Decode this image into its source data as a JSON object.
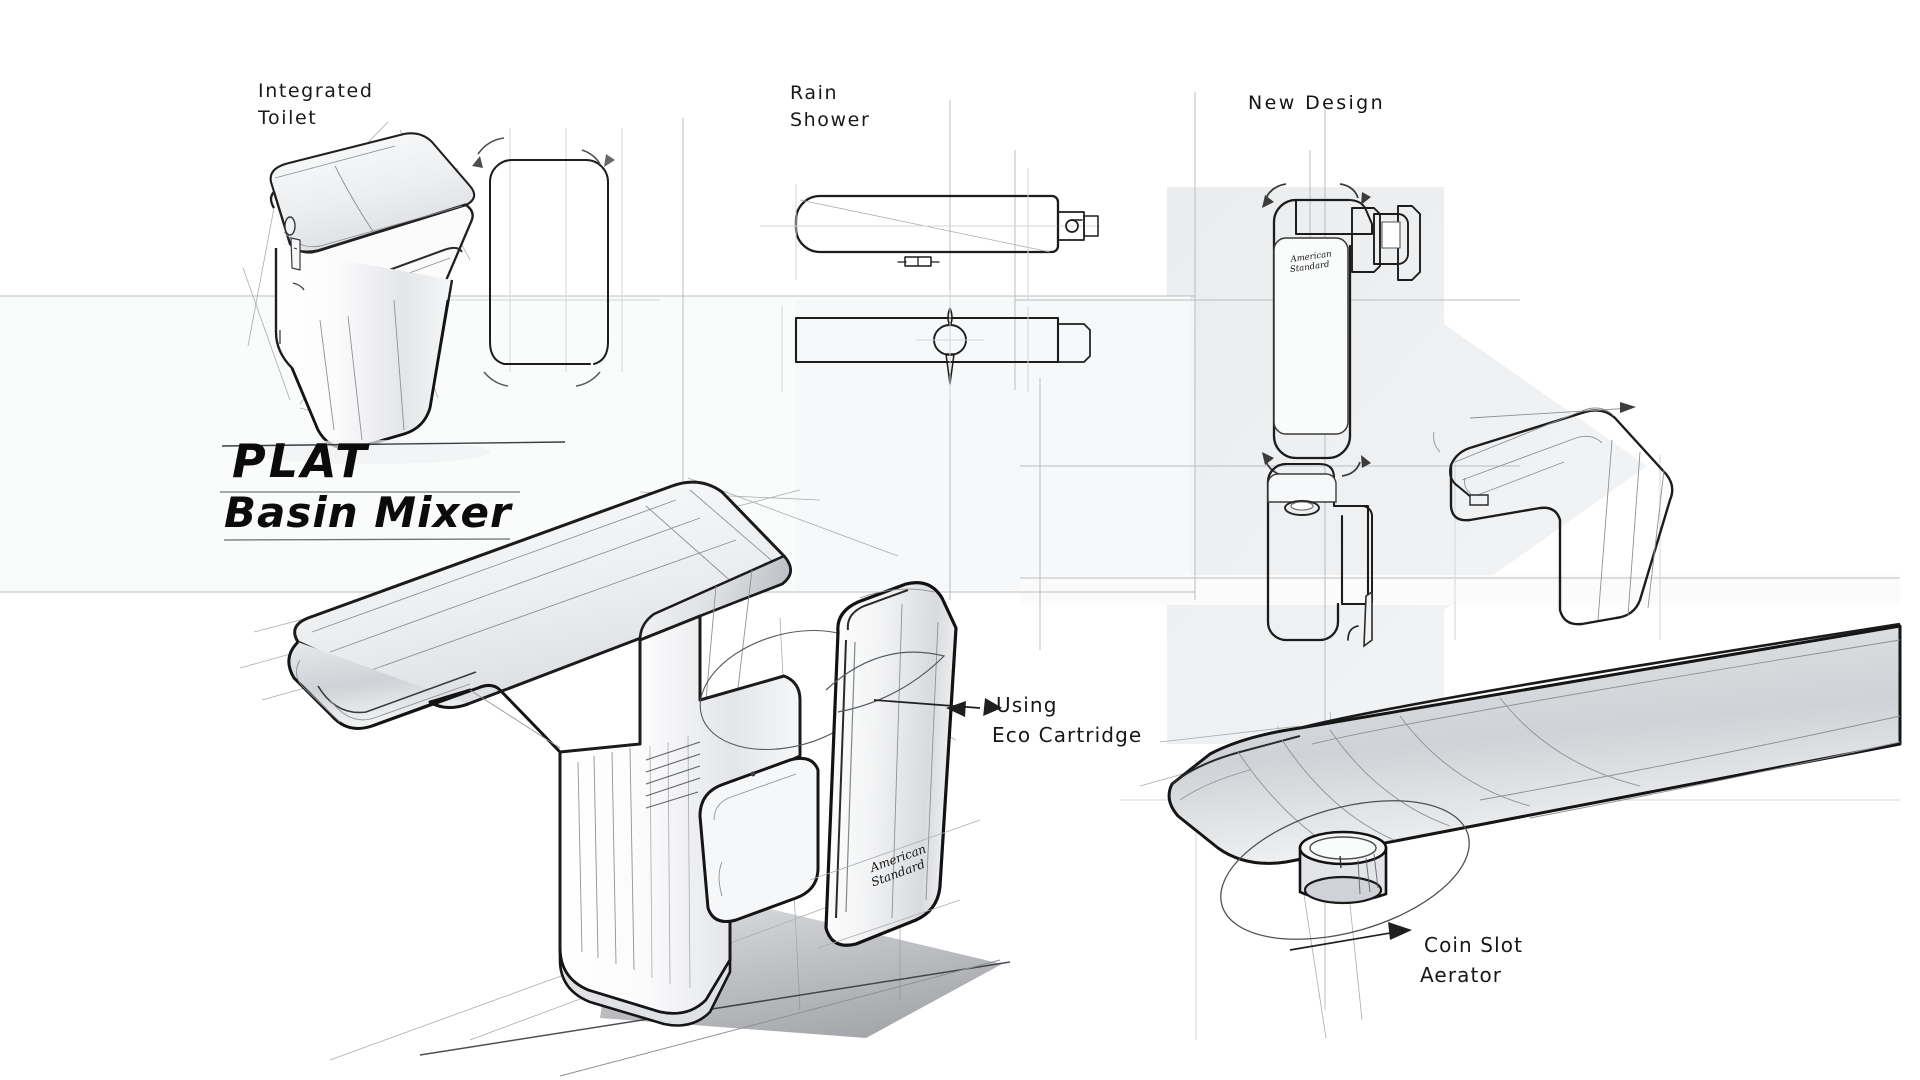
{
  "sheet": {
    "kind": "industrial-design-sketch-sheet",
    "background_color": "#ffffff",
    "ink_color": "#1c1c1c",
    "construction_line_color": "#b9bcc0",
    "shade_color": "#e9ebed"
  },
  "title": {
    "line1": "PLAT",
    "line2": "Basin Mixer"
  },
  "section_labels": {
    "integrated_toilet_line1": "Integrated",
    "integrated_toilet_line2": "Toilet",
    "rain_shower_line1": "Rain",
    "rain_shower_line2": "Shower",
    "new_design": "New Design"
  },
  "callouts": {
    "eco_line1": "Using",
    "eco_line2": "Eco Cartridge",
    "aerator_line1": "Coin Slot",
    "aerator_line2": "Aerator"
  },
  "brand": {
    "line1": "American",
    "line2": "Standard"
  },
  "panels": [
    {
      "id": "integrated-toilet",
      "label": "Integrated Toilet",
      "view": "three-quarter-perspective"
    },
    {
      "id": "toilet-plan",
      "label": "",
      "view": "rounded-rectangle-plan"
    },
    {
      "id": "rain-shower-top",
      "label": "Rain Shower",
      "view": "top-orthographic"
    },
    {
      "id": "rain-shower-front",
      "label": "",
      "view": "front-orthographic"
    },
    {
      "id": "new-design-front",
      "label": "New Design",
      "view": "front-orthographic"
    },
    {
      "id": "new-design-bottom",
      "label": "",
      "view": "bottom-orthographic"
    },
    {
      "id": "new-design-side",
      "label": "",
      "view": "side-perspective"
    },
    {
      "id": "basin-mixer-hero",
      "label": "PLAT Basin Mixer",
      "view": "hero-perspective-render"
    },
    {
      "id": "spout-underside",
      "label": "Coin Slot Aerator",
      "view": "underside-perspective"
    }
  ]
}
